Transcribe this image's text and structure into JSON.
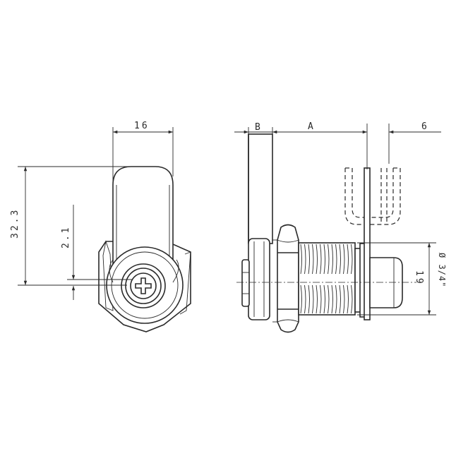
{
  "dimensions": {
    "front_width": "16",
    "front_height": "32.3",
    "key_offset": "2.1",
    "flange_B": "B",
    "body_A": "A",
    "cam_6": "6",
    "thread_19": "19",
    "thread_dia": "Ø 3/4\""
  },
  "colors": {
    "line": "#2a2a2a",
    "background": "#ffffff"
  }
}
